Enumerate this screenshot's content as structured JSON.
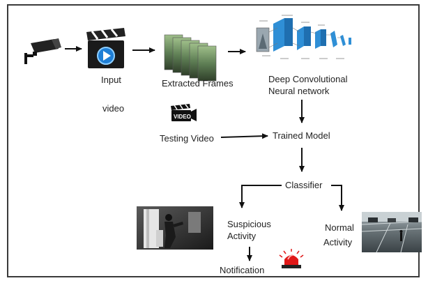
{
  "labels": {
    "input": "Input",
    "video": "video",
    "extracted_frames": "Extracted Frames",
    "cnn_line1": "Deep Convolutional",
    "cnn_line2": "Neural network",
    "testing_video": "Testing Video",
    "trained_model": "Trained Model",
    "classifier": "Classifier",
    "suspicious_line1": "Suspicious",
    "suspicious_line2": "Activity",
    "normal_line1": "Normal",
    "normal_line2": "Activity",
    "notification": "Notification"
  },
  "icons": {
    "camera": "security-camera-icon",
    "clapper": "video-clapperboard-icon",
    "frames": "frame-stack-icon",
    "cnn": "cnn-architecture-diagram",
    "video_badge": "video-badge-icon",
    "alarm": "alarm-siren-icon",
    "suspicious_image": "suspicious-person-photo",
    "normal_image": "parking-lot-photo"
  },
  "icon_text": {
    "video_badge": "VIDEO"
  },
  "colors": {
    "arrow": "#111111",
    "cnn_blue": "#2f8fd6",
    "siren_red": "#e01818",
    "clapper_blue": "#1f7fd6"
  }
}
